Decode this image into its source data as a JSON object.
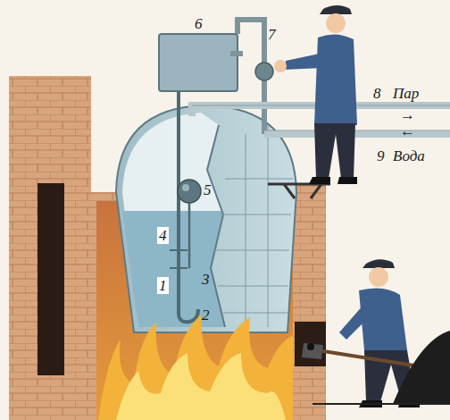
{
  "diagram": {
    "labels": [
      "6",
      "7",
      "8",
      "Пар",
      "→",
      "←",
      "9",
      "Вода",
      "5",
      "4",
      "1",
      "3",
      "2"
    ]
  }
}
